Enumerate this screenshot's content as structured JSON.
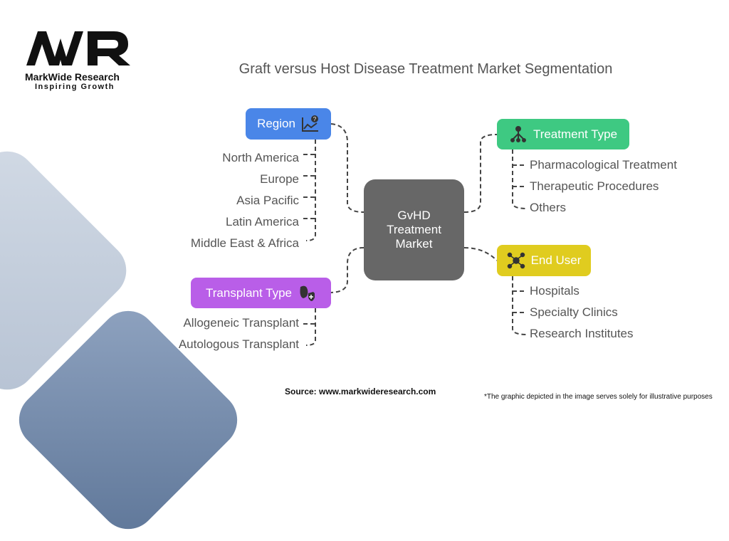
{
  "logo": {
    "mark": "MWR",
    "name": "MarkWide Research",
    "tagline": "Inspiring Growth"
  },
  "title": "Graft versus Host Disease Treatment Market Segmentation",
  "center": "GvHD Treatment Market",
  "region": {
    "label": "Region",
    "color": "#4a86e8",
    "items": [
      "North America",
      "Europe",
      "Asia Pacific",
      "Latin America",
      "Middle East & Africa"
    ]
  },
  "transplant": {
    "label": "Transplant Type",
    "color": "#b95ee8",
    "items": [
      "Allogeneic Transplant",
      "Autologous Transplant"
    ]
  },
  "treatment": {
    "label": "Treatment Type",
    "color": "#3ec982",
    "items": [
      "Pharmacological Treatment",
      "Therapeutic Procedures",
      "Others"
    ]
  },
  "enduser": {
    "label": "End User",
    "color": "#e0cc1f",
    "items": [
      "Hospitals",
      "Specialty Clinics",
      "Research Institutes"
    ]
  },
  "source": "Source: www.markwideresearch.com",
  "disclaimer": "*The graphic depicted in the image serves solely for illustrative purposes"
}
